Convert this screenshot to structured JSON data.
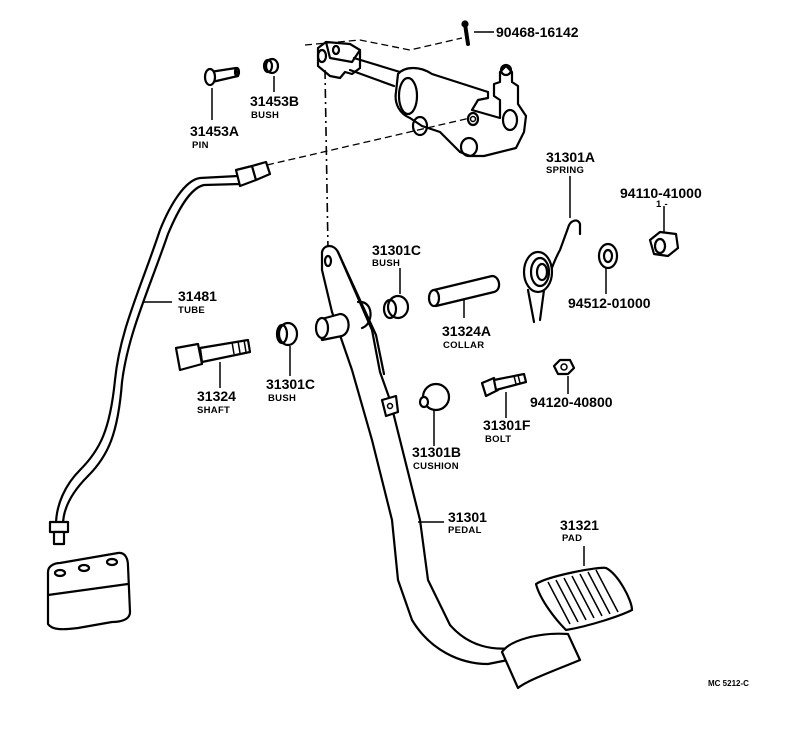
{
  "diagram": {
    "title": "Brake Pedal Assembly Exploded View",
    "drawing_code": "MC 5212-C",
    "parts": [
      {
        "id": "p-90468",
        "number": "90468-16142",
        "name": ""
      },
      {
        "id": "p-31453b",
        "number": "31453B",
        "name": "BUSH"
      },
      {
        "id": "p-31453a",
        "number": "31453A",
        "name": "PIN"
      },
      {
        "id": "p-31301a",
        "number": "31301A",
        "name": "SPRING"
      },
      {
        "id": "p-94110",
        "number": "94110-41000",
        "name": "1 -"
      },
      {
        "id": "p-31301c-top",
        "number": "31301C",
        "name": "BUSH"
      },
      {
        "id": "p-31324a",
        "number": "31324A",
        "name": "COLLAR"
      },
      {
        "id": "p-94512",
        "number": "94512-01000",
        "name": ""
      },
      {
        "id": "p-31481",
        "number": "31481",
        "name": "TUBE"
      },
      {
        "id": "p-31324",
        "number": "31324",
        "name": "SHAFT"
      },
      {
        "id": "p-31301c-low",
        "number": "31301C",
        "name": "BUSH"
      },
      {
        "id": "p-94120",
        "number": "94120-40800",
        "name": ""
      },
      {
        "id": "p-31301f",
        "number": "31301F",
        "name": "BOLT"
      },
      {
        "id": "p-31301b",
        "number": "31301B",
        "name": "CUSHION"
      },
      {
        "id": "p-31301",
        "number": "31301",
        "name": "PEDAL"
      },
      {
        "id": "p-31321",
        "number": "31321",
        "name": "PAD"
      }
    ]
  }
}
